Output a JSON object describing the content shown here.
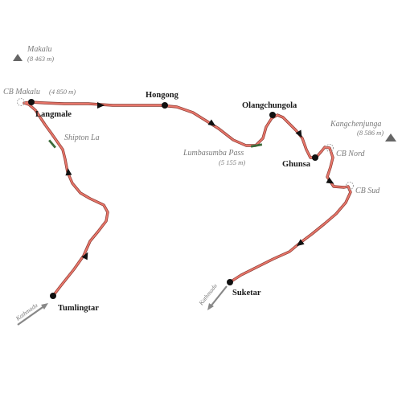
{
  "colors": {
    "route": "#e8766a",
    "route_outline": "#8a3a32",
    "arrow": "#111111",
    "town_dot": "#111111",
    "peak": "#666666",
    "pass_marker": "#3c6b3a",
    "camp_circle": "#999999",
    "label_gray": "#7a7a7a",
    "kathmandu_arrow": "#888888"
  },
  "peaks": {
    "makalu": {
      "name": "Makalu",
      "elevation": "(8 463 m)"
    },
    "kangchenjunga": {
      "name": "Kangchenjunga",
      "elevation": "(8 586 m)"
    }
  },
  "places": {
    "langmale": "Langmale",
    "hongong": "Hongong",
    "olangchungola": "Olangchungola",
    "ghunsa": "Ghunsa",
    "tumlingtar": "Tumlingtar",
    "suketar": "Suketar"
  },
  "passes": {
    "shipton": "Shipton La",
    "lumbasumba": {
      "name": "Lumbasumba Pass",
      "elevation": "(5 155 m)"
    }
  },
  "camps": {
    "cb_makalu": {
      "name": "CB Makalu",
      "elevation": "(4 850 m)"
    },
    "cb_nord": "CB Nord",
    "cb_sud": "CB Sud"
  },
  "kathmandu": {
    "left": "Kathmadu",
    "right": "Kathmadu"
  },
  "icons": {
    "peak": "mountain-triangle-icon",
    "camp": "dashed-circle-icon",
    "pass": "bar-marker-icon",
    "town": "dot-icon"
  }
}
